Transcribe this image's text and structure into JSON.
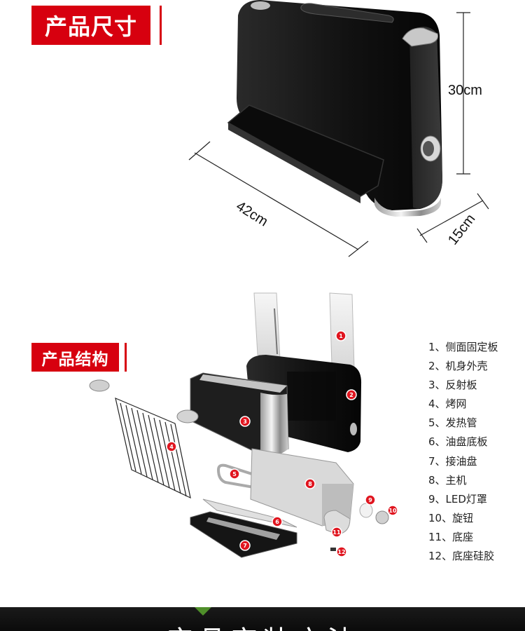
{
  "size_section": {
    "title": "产品尺寸",
    "height": "30cm",
    "width": "42cm",
    "depth": "15cm"
  },
  "structure_section": {
    "title": "产品结构",
    "parts": [
      "1、侧面固定板",
      "2、机身外壳",
      "3、反射板",
      "4、烤网",
      "5、发热管",
      "6、油盘底板",
      "7、接油盘",
      "8、主机",
      "9、LED灯罩",
      "10、旋钮",
      "11、底座",
      "12、底座硅胶"
    ],
    "callouts": [
      "1",
      "2",
      "3",
      "4",
      "5",
      "6",
      "7",
      "8",
      "9",
      "10",
      "11",
      "12"
    ]
  },
  "footer": {
    "title": "产品安装方法"
  },
  "colors": {
    "accent": "#d7000f",
    "body": "#151515"
  }
}
